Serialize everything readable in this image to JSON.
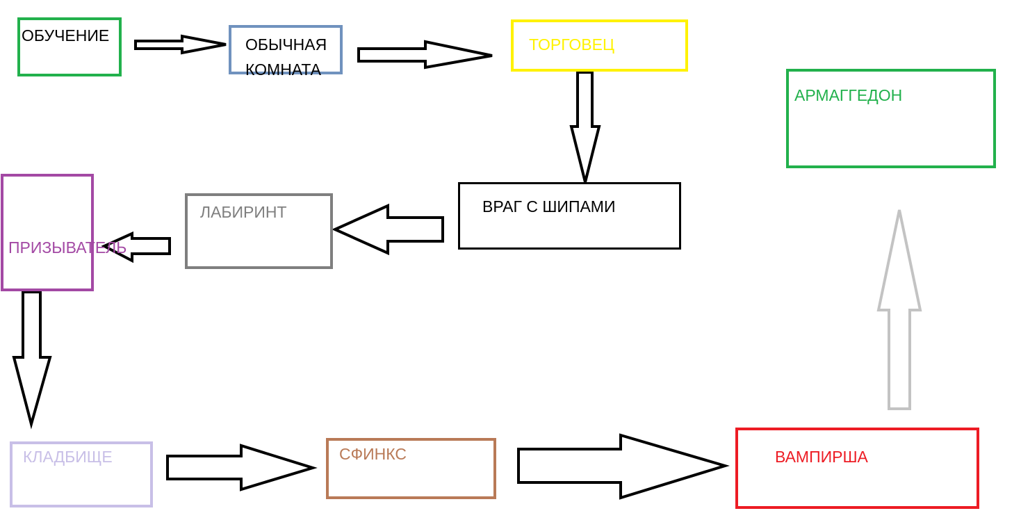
{
  "nodes": [
    {
      "id": "obuchenie",
      "label": "ОБУЧЕНИЕ",
      "border_color": "#22b14c",
      "text_color": "#000000"
    },
    {
      "id": "obychnaya-komnata",
      "label": "ОБЫЧНАЯ\nКОМНАТА",
      "border_color": "#7092be",
      "text_color": "#000000"
    },
    {
      "id": "torgovets",
      "label": "ТОРГОВЕЦ",
      "border_color": "#fff200",
      "text_color": "#fff200"
    },
    {
      "id": "armageddon",
      "label": "АРМАГГЕДОН",
      "border_color": "#22b14c",
      "text_color": "#22b14c"
    },
    {
      "id": "vrag-s-shipami",
      "label": "ВРАГ С ШИПАМИ",
      "border_color": "#000000",
      "text_color": "#000000"
    },
    {
      "id": "labirint",
      "label": "ЛАБИРИНТ",
      "border_color": "#7f7f7f",
      "text_color": "#7f7f7f"
    },
    {
      "id": "prizyvatel",
      "label": "ПРИЗЫВАТЕЛЬ",
      "border_color": "#a349a4",
      "text_color": "#a349a4"
    },
    {
      "id": "kladbishche",
      "label": "КЛАДБИЩЕ",
      "border_color": "#c8bfe7",
      "text_color": "#c8bfe7"
    },
    {
      "id": "sfinks",
      "label": "СФИНКС",
      "border_color": "#b97a57",
      "text_color": "#b97a57"
    },
    {
      "id": "vampirsha",
      "label": "ВАМПИРША",
      "border_color": "#ed1c24",
      "text_color": "#ed1c24"
    }
  ],
  "edges": [
    {
      "from": "obuchenie",
      "to": "obychnaya-komnata",
      "color": "#000000"
    },
    {
      "from": "obychnaya-komnata",
      "to": "torgovets",
      "color": "#000000"
    },
    {
      "from": "torgovets",
      "to": "vrag-s-shipami",
      "color": "#000000"
    },
    {
      "from": "vrag-s-shipami",
      "to": "labirint",
      "color": "#000000"
    },
    {
      "from": "labirint",
      "to": "prizyvatel",
      "color": "#000000"
    },
    {
      "from": "prizyvatel",
      "to": "kladbishche",
      "color": "#000000"
    },
    {
      "from": "kladbishche",
      "to": "sfinks",
      "color": "#000000"
    },
    {
      "from": "sfinks",
      "to": "vampirsha",
      "color": "#000000"
    },
    {
      "from": "vampirsha",
      "to": "armageddon",
      "color": "#c3c3c3"
    }
  ]
}
